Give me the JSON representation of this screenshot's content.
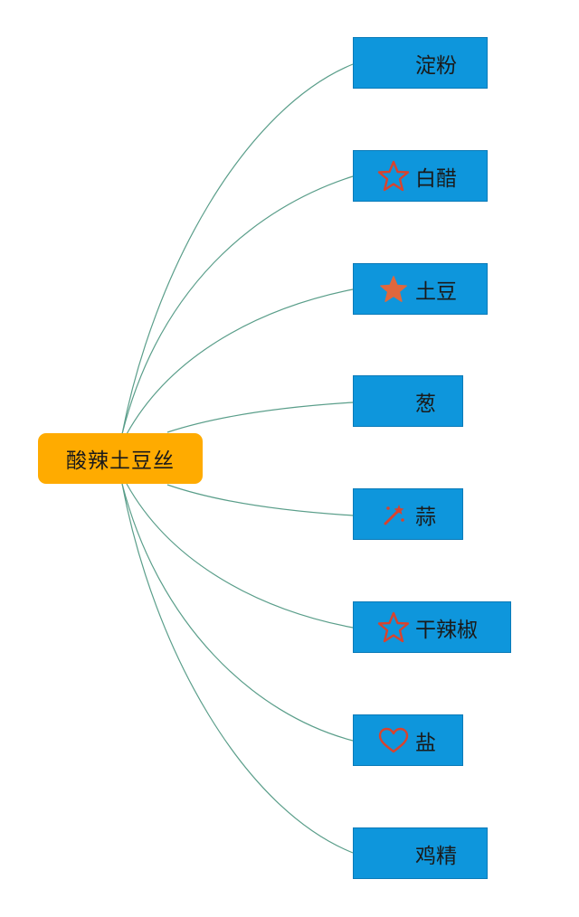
{
  "root": {
    "label": "酸辣土豆丝"
  },
  "nodes": [
    {
      "label": "淀粉",
      "icon": "blank-icon"
    },
    {
      "label": "白醋",
      "icon": "star-outline-icon"
    },
    {
      "label": "土豆",
      "icon": "star-filled-icon"
    },
    {
      "label": "葱",
      "icon": "blank-icon"
    },
    {
      "label": "蒜",
      "icon": "magic-wand-icon"
    },
    {
      "label": "干辣椒",
      "icon": "star-outline-icon"
    },
    {
      "label": "盐",
      "icon": "heart-outline-icon"
    },
    {
      "label": "鸡精",
      "icon": "blank-icon"
    }
  ],
  "colors": {
    "root_fill": "#ffab00",
    "node_fill": "#0e96dc",
    "connector": "#5a9e8a",
    "icon_accent": "#d8432e",
    "star_filled": "#e0673c"
  }
}
